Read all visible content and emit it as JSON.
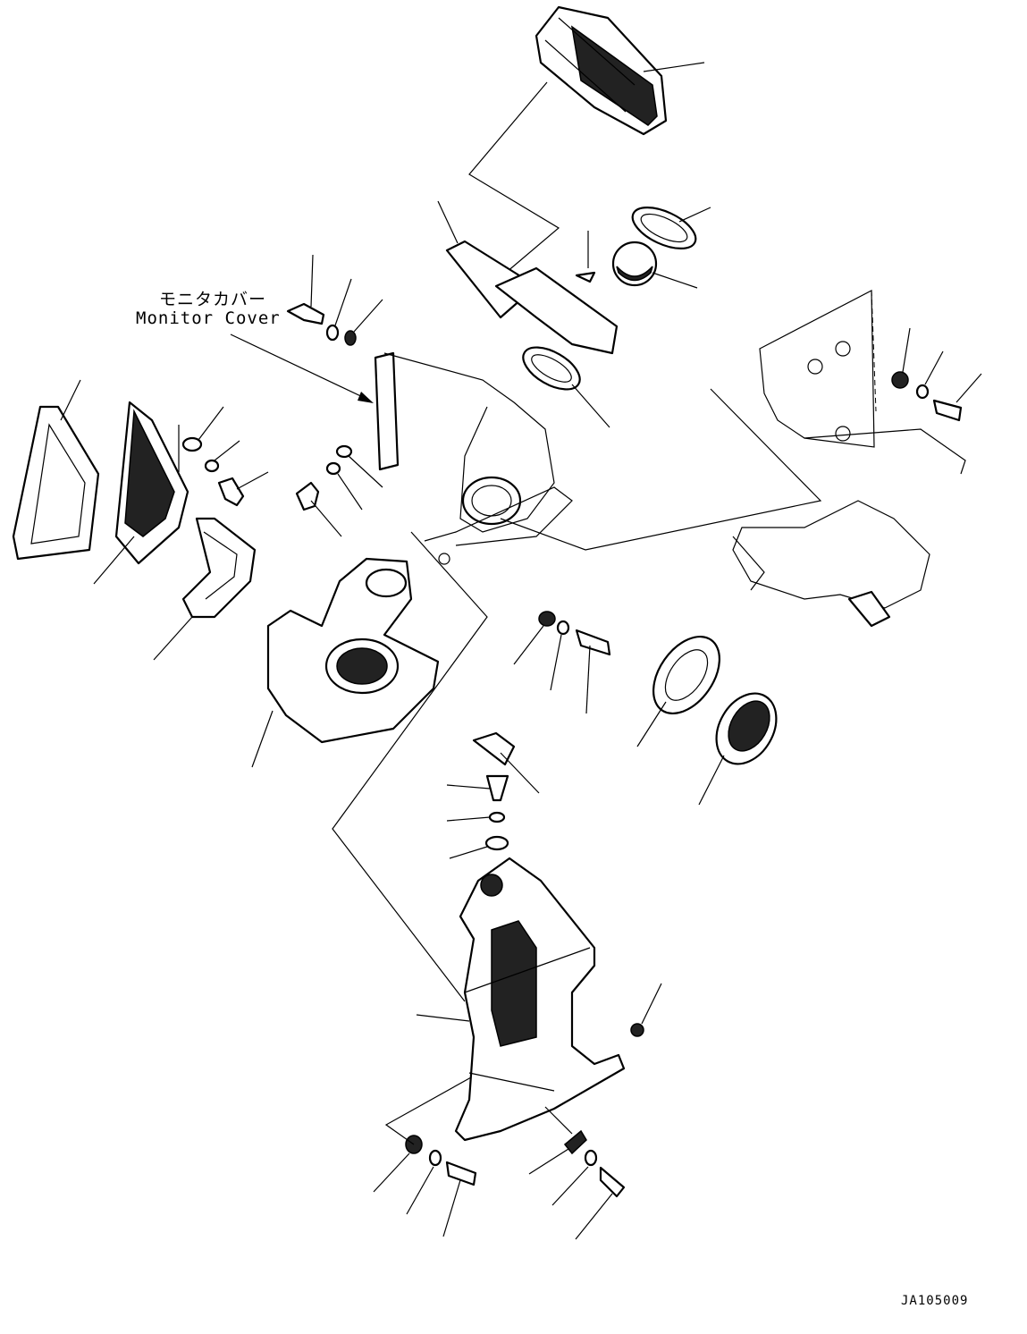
{
  "labels": {
    "monitor_cover_jp": "モニタカバー",
    "monitor_cover_en": "Monitor Cover"
  },
  "drawing_id": "JA105009"
}
